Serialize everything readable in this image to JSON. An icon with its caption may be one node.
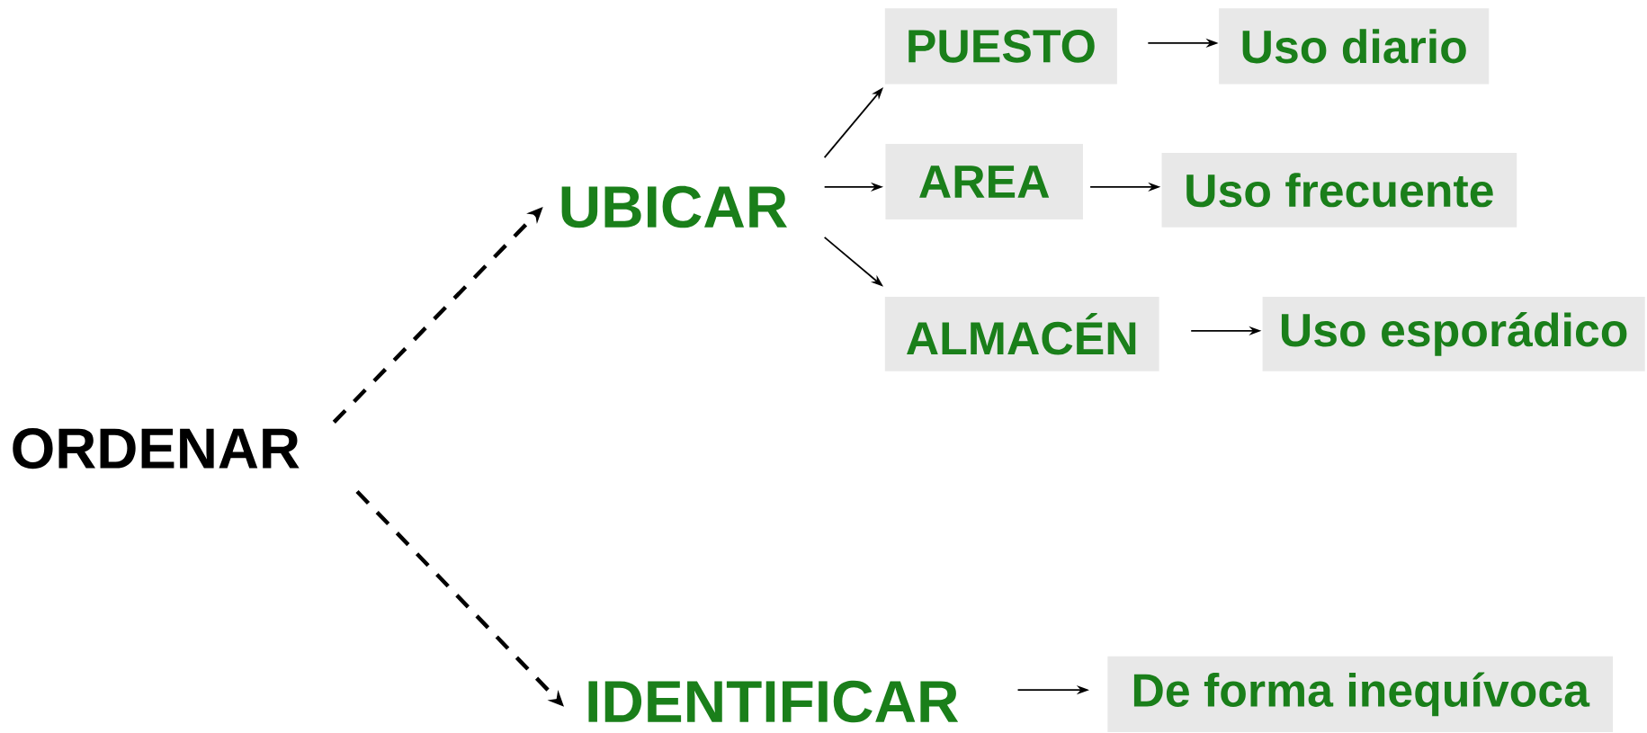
{
  "diagram": {
    "nodes": [
      {
        "text": [
          "ORDENAR"
        ]
      },
      {
        "text": [
          "UBICAR"
        ]
      },
      {
        "text": [
          "PUESTO"
        ]
      },
      {
        "text": [
          "Uso diario"
        ]
      },
      {
        "text": [
          "AREA"
        ]
      },
      {
        "text": [
          "Uso frecuente"
        ]
      },
      {
        "text": [
          "ALMACÉN"
        ]
      },
      {
        "text": [
          "Uso esporádico"
        ]
      },
      {
        "text": [
          "IDENTIFICAR"
        ]
      },
      {
        "text": [
          "De forma inequívoca"
        ]
      }
    ],
    "edges": [
      {
        "from": 0,
        "to": 1,
        "arrow": "to",
        "style": "dashed"
      },
      {
        "from": 0,
        "to": 8,
        "arrow": "to",
        "style": "dashed"
      },
      {
        "from": 1,
        "to": 2,
        "arrow": "to"
      },
      {
        "from": 1,
        "to": 4,
        "arrow": "to"
      },
      {
        "from": 1,
        "to": 6,
        "arrow": "to"
      },
      {
        "from": 2,
        "to": 3,
        "arrow": "to"
      },
      {
        "from": 4,
        "to": 5,
        "arrow": "to"
      },
      {
        "from": 6,
        "to": 7,
        "arrow": "to"
      },
      {
        "from": 8,
        "to": 9,
        "arrow": "to"
      }
    ]
  }
}
